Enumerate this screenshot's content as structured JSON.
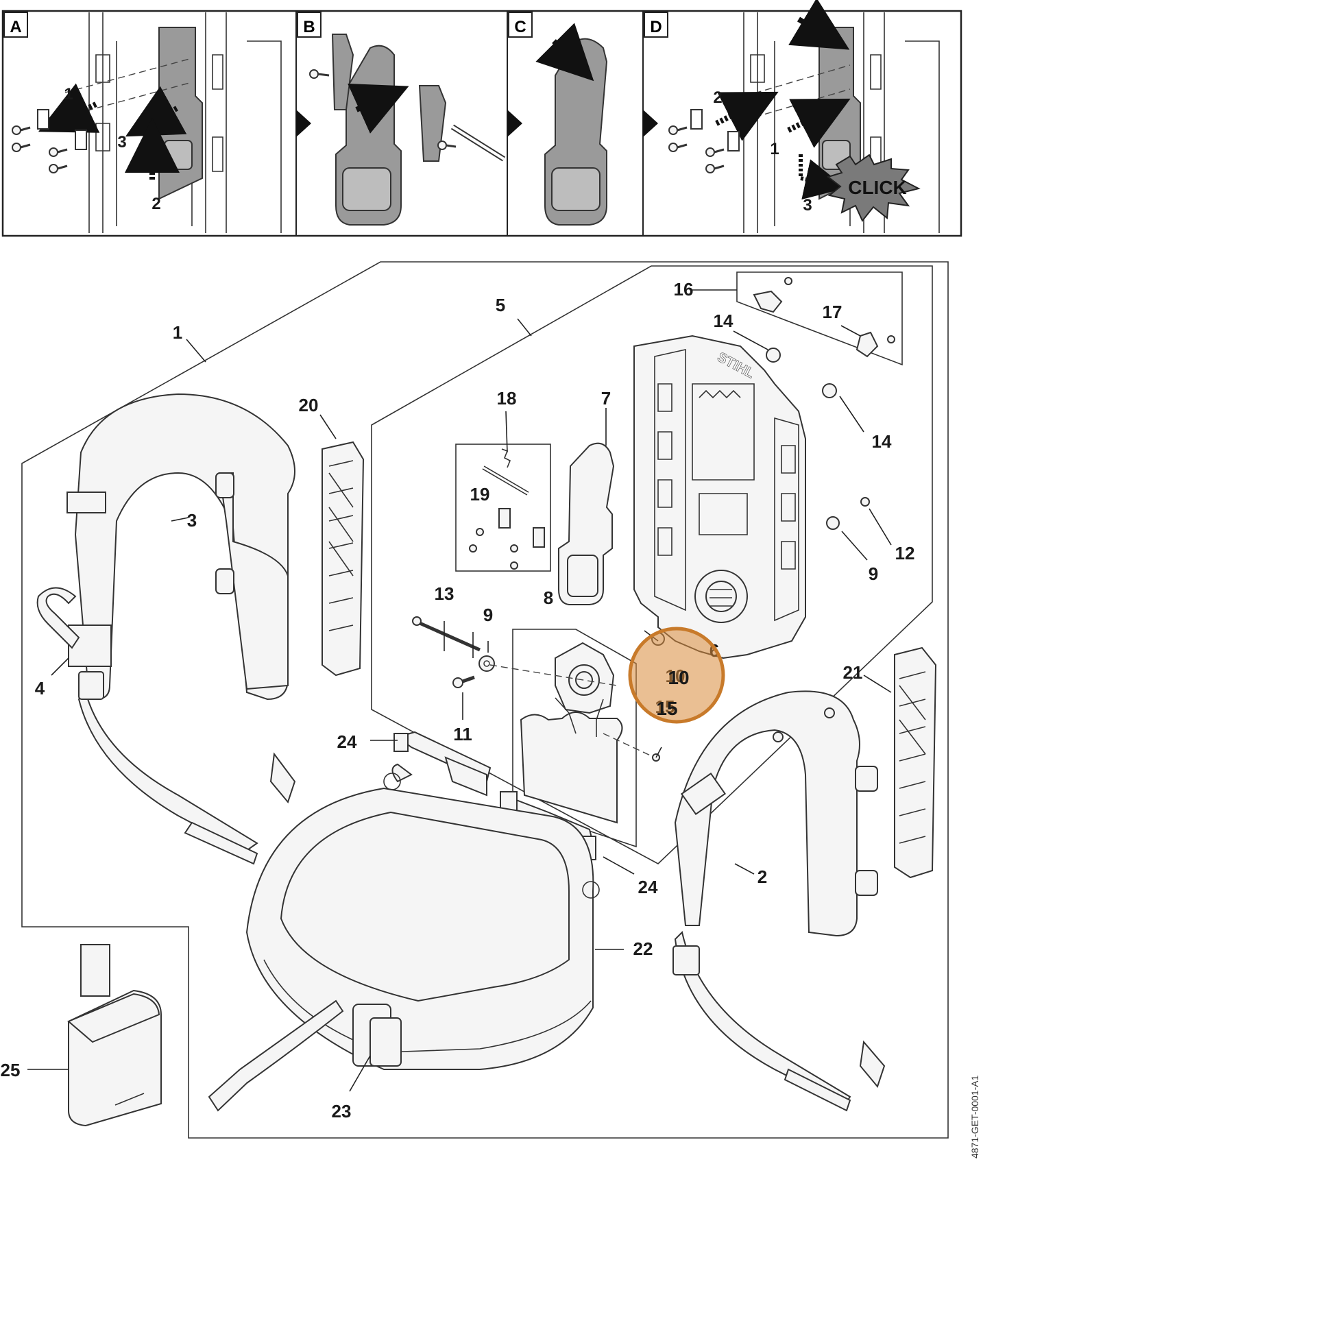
{
  "steps": [
    {
      "letter": "A",
      "callouts": [
        "1",
        "3",
        "2"
      ]
    },
    {
      "letter": "B",
      "callouts": []
    },
    {
      "letter": "C",
      "callouts": []
    },
    {
      "letter": "D",
      "callouts": [
        "2",
        "1",
        "3"
      ],
      "badge": "CLICK"
    }
  ],
  "parts": [
    "1",
    "2",
    "3",
    "4",
    "5",
    "6",
    "7",
    "8",
    "9",
    "9",
    "10",
    "11",
    "12",
    "13",
    "14",
    "14",
    "15",
    "16",
    "17",
    "18",
    "19",
    "20",
    "21",
    "22",
    "23",
    "24",
    "24",
    "25"
  ],
  "highlight": {
    "color": "#d98b3a",
    "labels": [
      "10",
      "15",
      "6"
    ]
  },
  "doc_code": "4871-GET-0001-A1",
  "logo_text": "STIHL"
}
